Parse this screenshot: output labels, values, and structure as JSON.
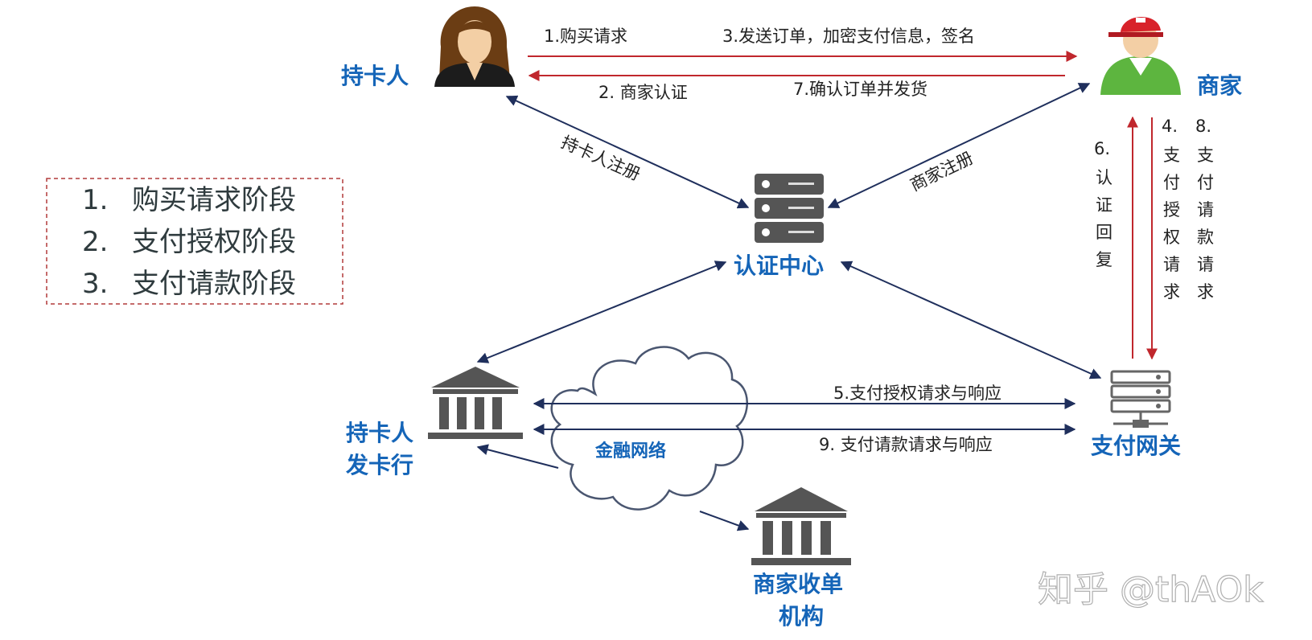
{
  "nodes": {
    "cardholder": "持卡人",
    "merchant": "商家",
    "cert_center": "认证中心",
    "issuer_line1": "持卡人",
    "issuer_line2": "发卡行",
    "gateway": "支付网关",
    "acquirer_line1": "商家收单",
    "acquirer_line2": "机构",
    "network": "金融网络"
  },
  "edges": {
    "e1": "1.购买请求",
    "e3": "3.发送订单，加密支付信息，签名",
    "e2": "2. 商家认证",
    "e7": "7.确认订单并发货",
    "cardholder_register": "持卡人注册",
    "merchant_register": "商家注册",
    "e5": "5.支付授权请求与响应",
    "e9": "9. 支付请款请求与响应",
    "e6": [
      "6.",
      "认",
      "证",
      "回",
      "复"
    ],
    "e4": [
      "4.",
      "支",
      "付",
      "授",
      "权",
      "请",
      "求"
    ],
    "e8": [
      "8.",
      "支",
      "付",
      "请",
      "款",
      "请",
      "求"
    ]
  },
  "stages": [
    "1.",
    "购买请求阶段",
    "2.",
    "支付授权阶段",
    "3.",
    "支付请款阶段"
  ],
  "watermark": "知乎 @thAOk",
  "colors": {
    "node_label": "#1565b8",
    "red_arrow": "#c0272d",
    "navy_arrow": "#1f2f5c",
    "icon_gray": "#555555",
    "stage_border": "#b23a3a"
  },
  "icons": {
    "cardholder": "person-female-icon",
    "merchant": "person-cap-icon",
    "cert_center": "server-icon",
    "gateway": "server-network-icon",
    "issuer": "bank-icon",
    "acquirer": "bank-icon",
    "network": "cloud-icon"
  }
}
